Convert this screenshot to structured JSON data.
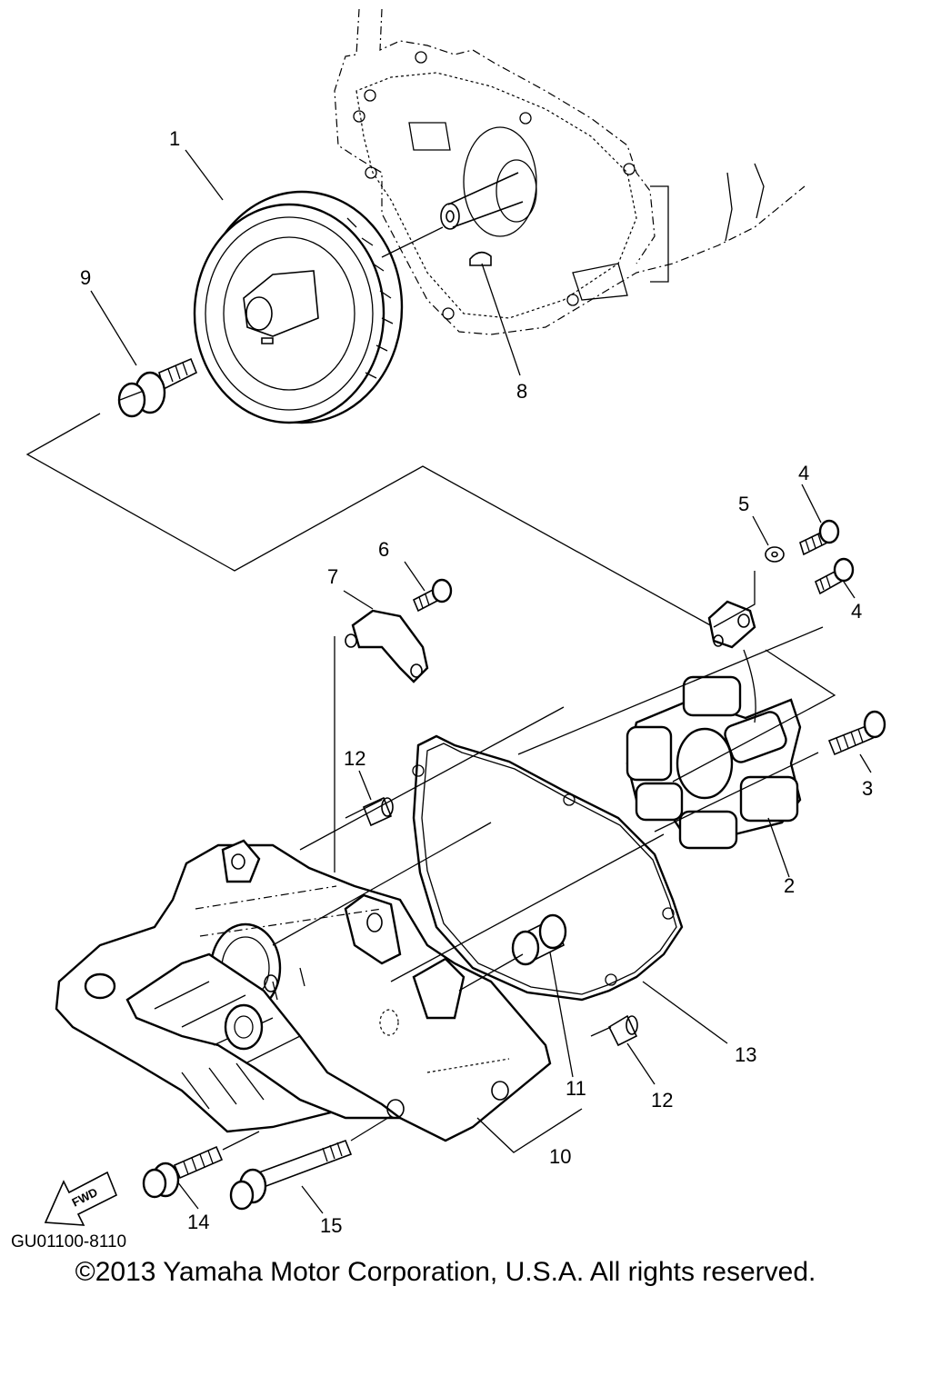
{
  "diagram": {
    "part_numbers": [
      "1",
      "2",
      "3",
      "4",
      "4",
      "5",
      "6",
      "7",
      "8",
      "9",
      "10",
      "11",
      "12",
      "12",
      "13",
      "14",
      "15"
    ],
    "figure_code": "GU01100-8110",
    "fwd_label": "FWD",
    "copyright": "©2013 Yamaha Motor Corporation, U.S.A. All rights reserved."
  }
}
